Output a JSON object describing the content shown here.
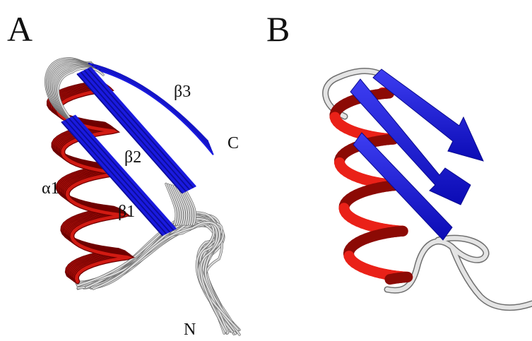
{
  "panels": [
    {
      "letter": "A",
      "labels": {
        "beta3": "β3",
        "beta2": "β2",
        "beta1": "β1",
        "alpha1": "α1",
        "c_term": "C",
        "n_term": "N"
      }
    },
    {
      "letter": "B"
    }
  ],
  "colors": {
    "helix": "#d11a12",
    "strand": "#1a1adf",
    "coil": "#dcdcdc",
    "coil_edge": "#6f6f6f"
  }
}
